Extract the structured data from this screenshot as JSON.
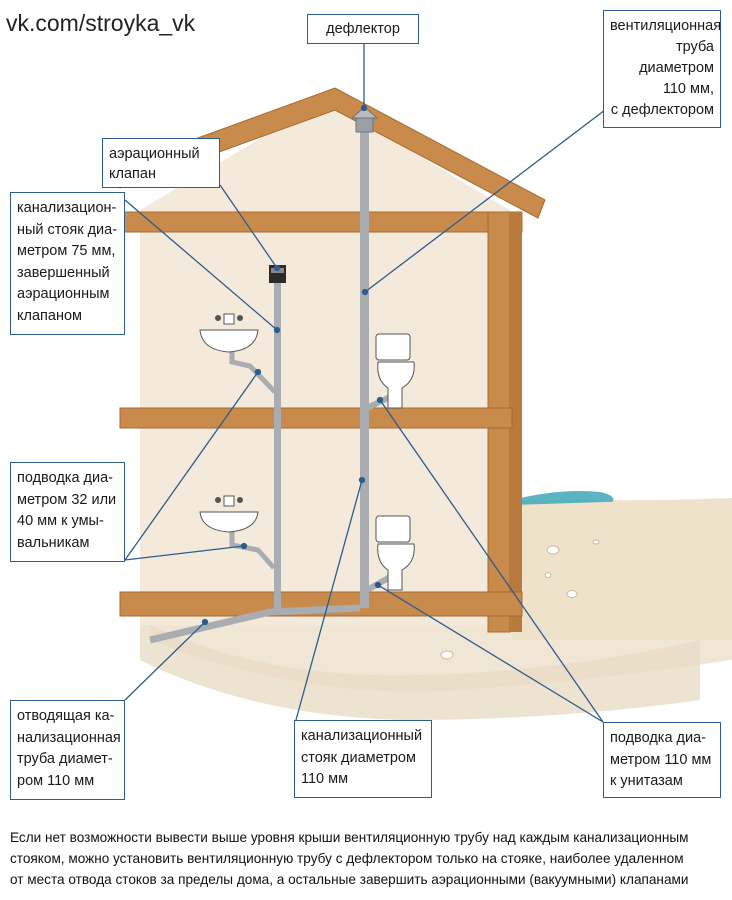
{
  "watermark": "vk.com/stroyka_vk",
  "labels": {
    "deflector": "дефлектор",
    "vent_pipe": "вентиляционная труба\nдиаметром\n110 мм,\nс дефлектором",
    "aeration_valve": "аэрационный\nклапан",
    "riser_75": "канализацион-\nный стояк диа-\nметром 75 мм,\nзавершенный\nаэрационным\nклапаном",
    "sink_supply": "подводка диа-\nметром 32 или\n40 мм к умы-\nвальникам",
    "outlet_pipe": "отводящая ка-\nнализационная\nтруба диамет-\nром 110 мм",
    "riser_110": "канализационный\nстояк диаметром\n110 мм",
    "toilet_supply": "подводка диа-\nметром 110 мм\nк унитазам"
  },
  "caption": [
    "Если нет возможности вывести выше уровня крыши вентиляционную трубу над каждым канализационным",
    "стояком, можно установить вентиляционную трубу с дефлектором только на стояке, наиболее удаленном",
    "от места отвода стоков за пределы дома, а остальные завершить аэрационными (вакуумными) клапанами"
  ],
  "colors": {
    "wood": "#c98b4c",
    "wood_dark": "#a8682f",
    "wall": "#f3eadc",
    "pipe": "#a9adb2",
    "leader": "#2c5d8c",
    "soil": "#efe6d6",
    "grass": "#3ea7b8"
  },
  "icons": [
    "deflector-cap-icon",
    "aeration-valve-icon",
    "sink-icon",
    "toilet-icon",
    "stone-icon"
  ]
}
